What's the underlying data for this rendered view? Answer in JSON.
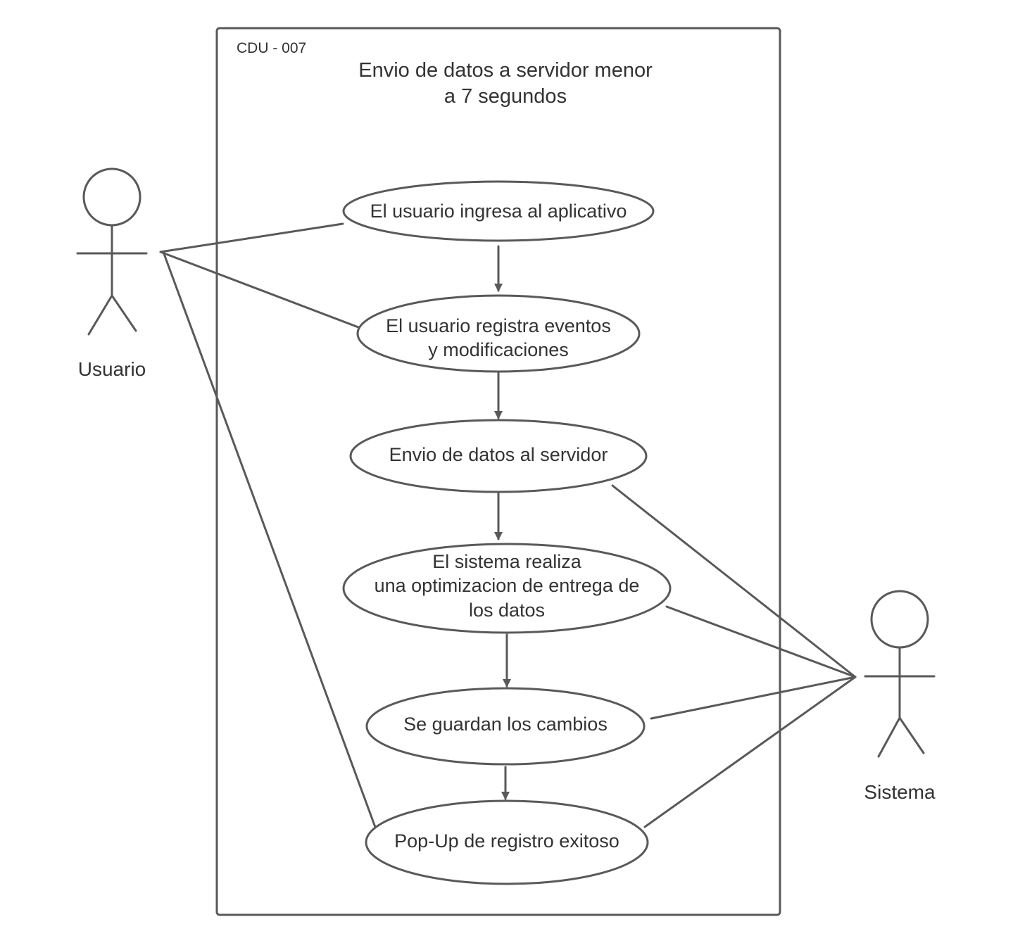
{
  "system": {
    "id": "CDU - 007",
    "title_line1": "Envio de datos a servidor menor",
    "title_line2": "a 7 segundos"
  },
  "actors": {
    "user": "Usuario",
    "system": "Sistema"
  },
  "use_cases": {
    "uc1": {
      "lines": [
        "El usuario ingresa al aplicativo"
      ]
    },
    "uc2": {
      "lines": [
        "El usuario registra eventos",
        "y modificaciones"
      ]
    },
    "uc3": {
      "lines": [
        "Envio de datos al servidor"
      ]
    },
    "uc4": {
      "lines": [
        "El sistema realiza",
        "una optimizacion de entrega de",
        "los datos"
      ]
    },
    "uc5": {
      "lines": [
        "Se guardan los cambios"
      ]
    },
    "uc6": {
      "lines": [
        "Pop-Up de registro exitoso"
      ]
    }
  },
  "colors": {
    "line": "#595959",
    "text": "#333333",
    "background": "#ffffff"
  }
}
